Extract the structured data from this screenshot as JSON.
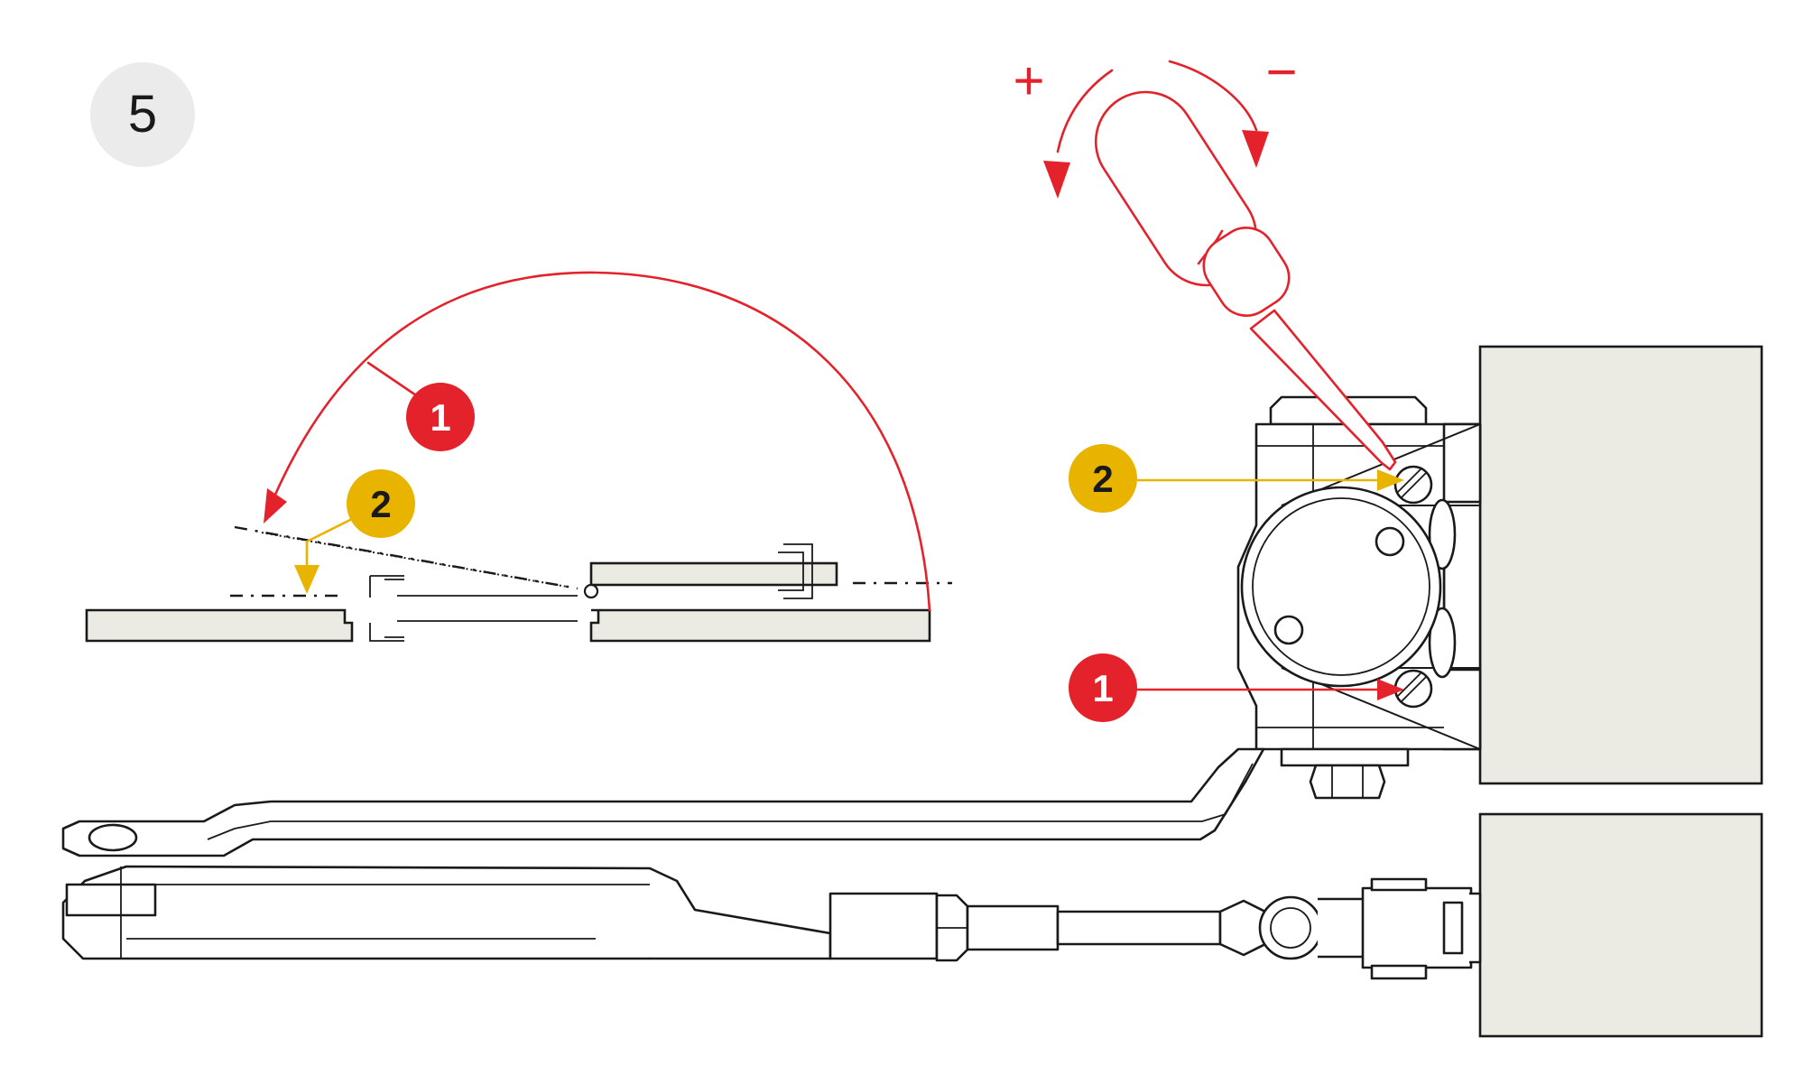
{
  "step": {
    "number": "5"
  },
  "rotation": {
    "plus": "+",
    "minus": "−"
  },
  "callouts": {
    "speed_label": "1",
    "latch_label": "2"
  },
  "colors": {
    "red": "#e3222b",
    "yellow": "#e8b400",
    "panel": "#ebebe3",
    "ink": "#1a1a1a",
    "step_badge": "#ebebeb"
  }
}
